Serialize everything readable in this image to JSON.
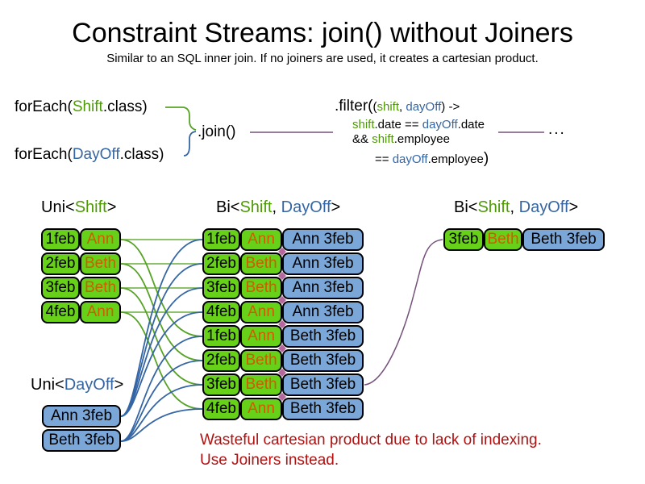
{
  "slide": {
    "title": "Constraint Streams: join() without Joiners",
    "subtitle": "Similar to an SQL inner join. If no joiners are used, it creates a cartesian product.",
    "note_line1": "Wasteful cartesian product due to lack of indexing.",
    "note_line2": "Use Joiners instead.",
    "ellipsis": "...",
    "join_label": ".join()"
  },
  "code": {
    "foreach_shift": [
      {
        "t": "forEach(",
        "c": "k"
      },
      {
        "t": "Shift",
        "c": "g"
      },
      {
        "t": ".class)",
        "c": "k"
      }
    ],
    "foreach_dayoff": [
      {
        "t": "forEach(",
        "c": "k"
      },
      {
        "t": "DayOff",
        "c": "b"
      },
      {
        "t": ".class)",
        "c": "k"
      }
    ],
    "filter_line1": [
      {
        "t": ".filter(",
        "c": "k",
        "big": true
      },
      {
        "t": "(",
        "c": "k"
      },
      {
        "t": "shift",
        "c": "g"
      },
      {
        "t": ", ",
        "c": "k"
      },
      {
        "t": "dayOff",
        "c": "b"
      },
      {
        "t": ") ->",
        "c": "k"
      }
    ],
    "filter_line2": [
      {
        "t": "shift",
        "c": "g"
      },
      {
        "t": ".date == ",
        "c": "k"
      },
      {
        "t": "dayOff",
        "c": "b"
      },
      {
        "t": ".date",
        "c": "k"
      }
    ],
    "filter_line3": [
      {
        "t": "&& ",
        "c": "k"
      },
      {
        "t": "shift",
        "c": "g"
      },
      {
        "t": ".employee",
        "c": "k"
      }
    ],
    "filter_line4": [
      {
        "t": "== ",
        "c": "k"
      },
      {
        "t": "dayOff",
        "c": "b"
      },
      {
        "t": ".employee",
        "c": "k"
      },
      {
        "t": ")",
        "c": "k",
        "big": true
      }
    ]
  },
  "labels": {
    "uni_shift": [
      {
        "t": "Uni<",
        "c": "k"
      },
      {
        "t": "Shift",
        "c": "g"
      },
      {
        "t": ">",
        "c": "k"
      }
    ],
    "bi_mid": [
      {
        "t": "Bi<",
        "c": "k"
      },
      {
        "t": "Shift",
        "c": "g"
      },
      {
        "t": ", ",
        "c": "k"
      },
      {
        "t": "DayOff",
        "c": "b"
      },
      {
        "t": ">",
        "c": "k"
      }
    ],
    "bi_right": [
      {
        "t": "Bi<",
        "c": "k"
      },
      {
        "t": "Shift",
        "c": "g"
      },
      {
        "t": ", ",
        "c": "k"
      },
      {
        "t": "DayOff",
        "c": "b"
      },
      {
        "t": ">",
        "c": "k"
      }
    ],
    "uni_dayoff": [
      {
        "t": "Uni<",
        "c": "k"
      },
      {
        "t": "DayOff",
        "c": "b"
      },
      {
        "t": ">",
        "c": "k"
      }
    ]
  },
  "uni_shift_rows": [
    {
      "date": "1feb",
      "name": "Ann"
    },
    {
      "date": "2feb",
      "name": "Beth"
    },
    {
      "date": "3feb",
      "name": "Beth"
    },
    {
      "date": "4feb",
      "name": "Ann"
    }
  ],
  "bi_rows": [
    {
      "date": "1feb",
      "name": "Ann",
      "pair": "Ann 3feb"
    },
    {
      "date": "2feb",
      "name": "Beth",
      "pair": "Ann 3feb"
    },
    {
      "date": "3feb",
      "name": "Beth",
      "pair": "Ann 3feb"
    },
    {
      "date": "4feb",
      "name": "Ann",
      "pair": "Ann 3feb"
    },
    {
      "date": "1feb",
      "name": "Ann",
      "pair": "Beth 3feb"
    },
    {
      "date": "2feb",
      "name": "Beth",
      "pair": "Beth 3feb"
    },
    {
      "date": "3feb",
      "name": "Beth",
      "pair": "Beth 3feb"
    },
    {
      "date": "4feb",
      "name": "Ann",
      "pair": "Beth 3feb"
    }
  ],
  "uni_dayoff_rows": [
    {
      "pair": "Ann 3feb"
    },
    {
      "pair": "Beth 3feb"
    }
  ],
  "bi_right_rows": [
    {
      "date": "3feb",
      "name": "Beth",
      "pair": "Beth 3feb"
    }
  ],
  "colors": {
    "green_box": "#67d119",
    "blue_box": "#7aa6d8",
    "orange_text": "#ce5c00",
    "code_green": "#4e9a06",
    "code_blue": "#3465a4",
    "line_green": "#57a326",
    "line_blue": "#3465a4",
    "purple_line": "#75507b",
    "note_red": "#b01111",
    "diamond_pink": "#b5679e"
  }
}
